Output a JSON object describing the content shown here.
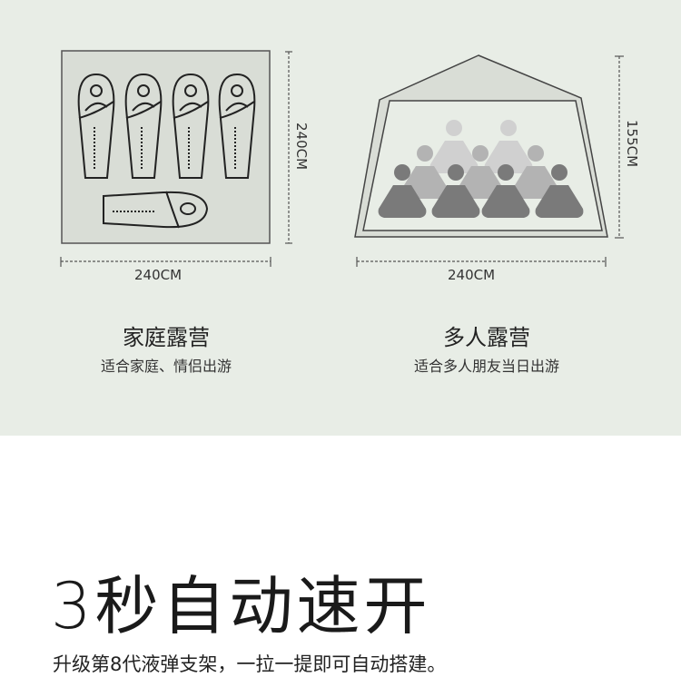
{
  "left_scene": {
    "depth_label": "240CM",
    "width_label": "240CM",
    "title": "家庭露营",
    "subtitle": "适合家庭、情侣出游"
  },
  "right_scene": {
    "height_label": "155CM",
    "width_label": "240CM",
    "title": "多人露营",
    "subtitle": "适合多人朋友当日出游"
  },
  "feature": {
    "headline": "3秒自动速开",
    "description": "升级第8代液弹支架，一拉一提即可自动搭建。"
  },
  "colors": {
    "panel_bg": "#e8ede6",
    "tent_floor": "#d9ddd6",
    "person_dark": "#7a7a7a",
    "person_mid": "#b3b3b3",
    "person_light": "#d0d0d0"
  }
}
